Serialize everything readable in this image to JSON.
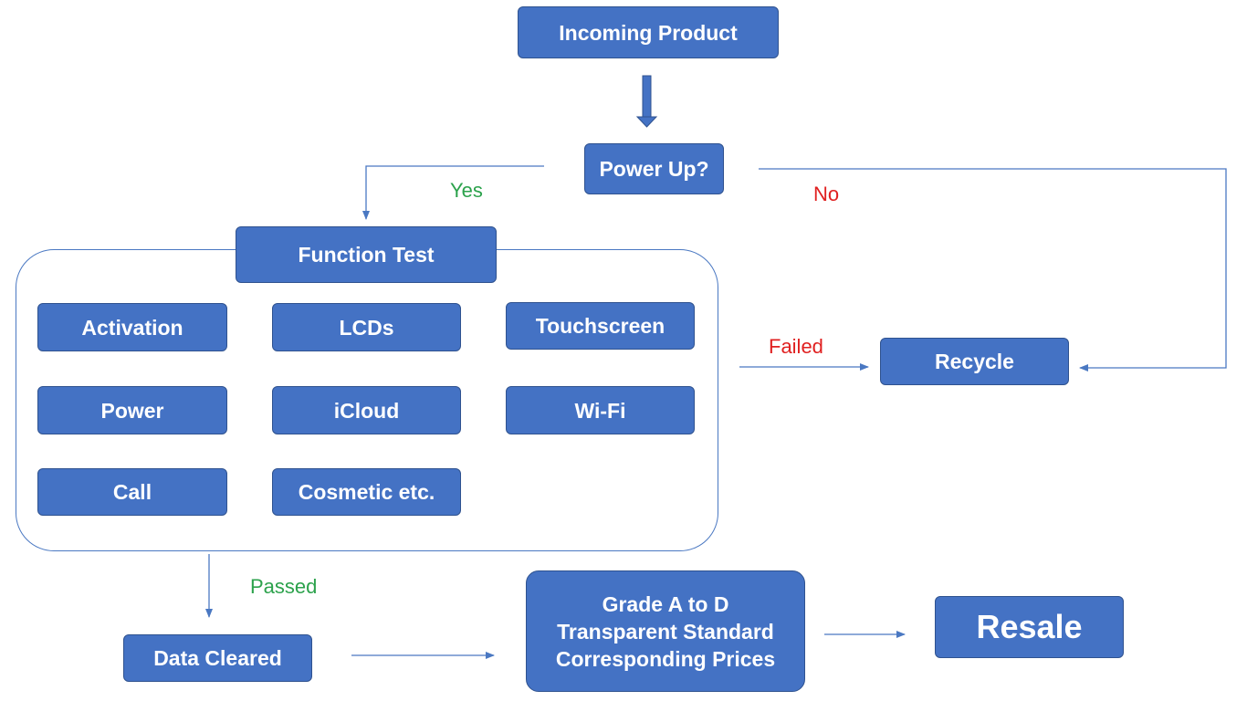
{
  "diagram": {
    "nodes": {
      "incoming_product": "Incoming Product",
      "power_up": "Power Up?",
      "function_test": "Function Test",
      "recycle": "Recycle",
      "data_cleared": "Data Cleared",
      "grade": [
        "Grade A to D",
        "Transparent Standard",
        "Corresponding Prices"
      ],
      "resale": "Resale"
    },
    "function_tests": [
      "Activation",
      "LCDs",
      "Touchscreen",
      "Power",
      "iCloud",
      "Wi-Fi",
      "Call",
      "Cosmetic etc."
    ],
    "edge_labels": {
      "yes": "Yes",
      "no": "No",
      "failed": "Failed",
      "passed": "Passed"
    },
    "colors": {
      "box_fill": "#4472c4",
      "box_border": "#2f528f",
      "connector": "#4a78c2",
      "yes_passed": "#2ca24c",
      "no_failed": "#e02020"
    }
  }
}
